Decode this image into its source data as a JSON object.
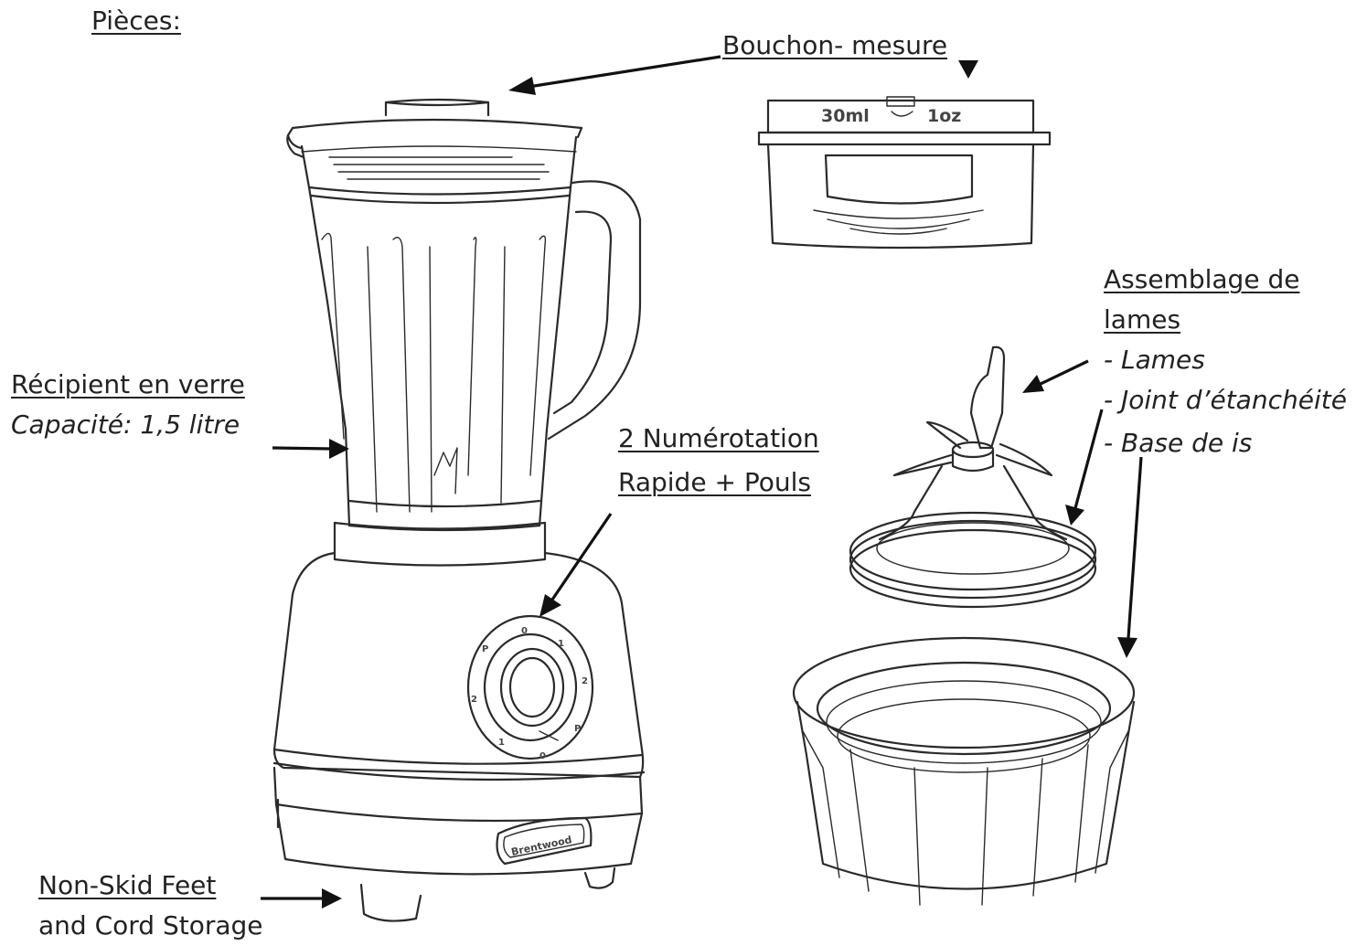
{
  "title": "Pièces:",
  "labels": {
    "measuring_cap": "Bouchon- mesure",
    "glass_jar": "Récipient en verre",
    "capacity": "Capacité: 1,5 litre",
    "speed_line1": "2 Numérotation",
    "speed_line2": "Rapide + Pouls",
    "feet_line1": "Non-Skid Feet",
    "feet_line2": "and Cord Storage",
    "blade_assembly_line1": "Assemblage de",
    "blade_assembly_line2": "lames",
    "blade_item1": "- Lames",
    "blade_item2": "- Joint d’étanchéité",
    "blade_item3": "- Base de is"
  },
  "cap_marks": {
    "ml": "30ml",
    "oz": "1oz"
  },
  "brand": "Brentwood",
  "dial_numbers": [
    "0",
    "1",
    "2",
    "P",
    "P",
    "2",
    "1",
    "0"
  ],
  "colors": {
    "line": "#2a2a2a",
    "arrow": "#111111",
    "text": "#222222",
    "background": "#ffffff"
  }
}
